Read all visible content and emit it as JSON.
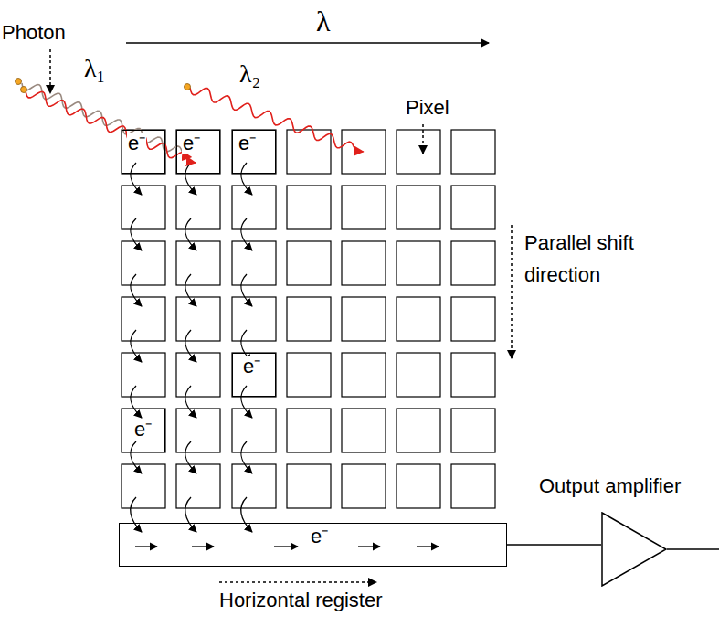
{
  "diagram": {
    "nodes": [
      {
        "text": [
          "e⁻"
        ]
      },
      {
        "text": [
          "e⁻"
        ]
      },
      {
        "text": [
          "e⁻"
        ]
      },
      {
        "text": [
          "e⁻"
        ]
      },
      {
        "text": [
          "e⁻"
        ]
      },
      {
        "text": [
          "e⁻"
        ]
      },
      {
        "text": [
          "Output amplifier"
        ]
      }
    ],
    "edges": [
      {
        "from": 5,
        "to": 6,
        "arrow": "none"
      }
    ],
    "labels": [
      "λ",
      "Photon",
      "λ₁",
      "λ₂",
      "Pixel",
      "Parallel shift direction",
      "Horizontal register"
    ]
  }
}
